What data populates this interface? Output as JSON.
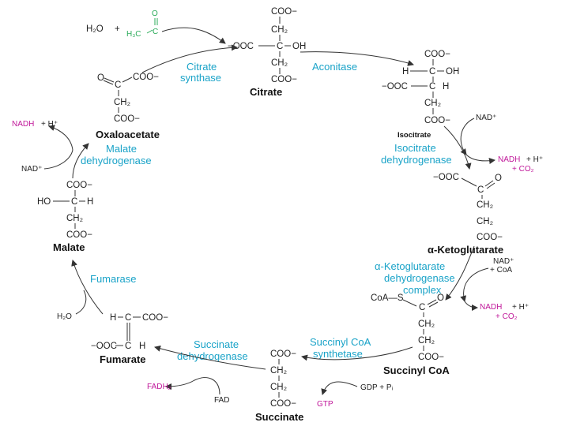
{
  "colors": {
    "enzyme": "#1aa3c8",
    "cofactor_product": "#c0189a",
    "acetyl": "#2bab5a",
    "ink": "#222222"
  },
  "metabolites": {
    "citrate": "Citrate",
    "isocitrate": "Isocitrate",
    "ketoglutarate": "α-Ketoglutarate",
    "succinyl_coa": "Succinyl CoA",
    "succinate": "Succinate",
    "fumarate": "Fumarate",
    "malate": "Malate",
    "oxaloacetate": "Oxaloacetate"
  },
  "enzymes": {
    "citrate_synthase": [
      "Citrate",
      "synthase"
    ],
    "aconitase": "Aconitase",
    "isocitrate_dh": [
      "Isocitrate",
      "dehydrogenase"
    ],
    "akg_dh": [
      "α-Ketoglutarate",
      "dehydrogenase",
      "complex"
    ],
    "succinyl_coa_synthetase": [
      "Succinyl CoA",
      "synthetase"
    ],
    "succinate_dh": [
      "Succinate",
      "dehydrogenase"
    ],
    "fumarase": "Fumarase",
    "malate_dh": [
      "Malate",
      "dehydrogenase"
    ]
  },
  "cofactors": {
    "h2o_top": "H₂O",
    "plus_top": "+",
    "acetyl_o": "O",
    "acetyl_c": "C",
    "acetyl_h3c": "H₃C",
    "nad_isocitrate": "NAD⁺",
    "nadh_isocitrate": "NADH",
    "plus_h_isocitrate": "+  H⁺",
    "co2_isocitrate": "+ CO₂",
    "nad_akg": "NAD⁺",
    "coa_akg": "+ CoA",
    "nadh_akg": "NADH",
    "plus_h_akg": "+  H⁺",
    "co2_akg": "+  CO₂",
    "gdp_pi": "GDP  +  Pᵢ",
    "gtp": "GTP",
    "fad": "FAD",
    "fadh2": "FADH₂",
    "h2o_fumarase": "H₂O",
    "nad_malate": "NAD⁺",
    "nadh_malate": "NADH",
    "plus_h_malate": "+  H⁺"
  },
  "structures": {
    "citrate": {
      "coo_top": "COO−",
      "ch2_a": "CH₂",
      "ooc_left": "−OOC",
      "c_center": "C",
      "oh": "OH",
      "ch2_b": "CH₂",
      "coo_bottom": "COO−"
    },
    "isocitrate": {
      "coo_top": "COO−",
      "h_left": "H",
      "c1": "C",
      "oh": "OH",
      "ooc_left": "−OOC",
      "c2": "C",
      "h_right": "H",
      "ch2": "CH₂",
      "coo_bottom": "COO−"
    },
    "ketoglutarate": {
      "ooc": "−OOC",
      "c": "C",
      "o": "O",
      "ch2_a": "CH₂",
      "ch2_b": "CH₂",
      "coo": "COO−"
    },
    "succinyl_coa": {
      "coa_s": "CoA—S",
      "c": "C",
      "o": "O",
      "ch2_a": "CH₂",
      "ch2_b": "CH₂",
      "coo": "COO−"
    },
    "succinate": {
      "coo_top": "COO−",
      "ch2_a": "CH₂",
      "ch2_b": "CH₂",
      "coo_bottom": "COO−"
    },
    "fumarate": {
      "h_top": "H",
      "c_top": "C",
      "coo_right": "COO−",
      "ooc_left": "−OOC",
      "c_bottom": "C",
      "h_bottom": "H"
    },
    "malate": {
      "coo_top": "COO−",
      "ho": "HO",
      "c": "C",
      "h": "H",
      "ch2": "CH₂",
      "coo_bottom": "COO−"
    },
    "oxaloacetate": {
      "o": "O",
      "c": "C",
      "coo": "COO−",
      "ch2": "CH₂",
      "coo_bottom": "COO−"
    }
  }
}
